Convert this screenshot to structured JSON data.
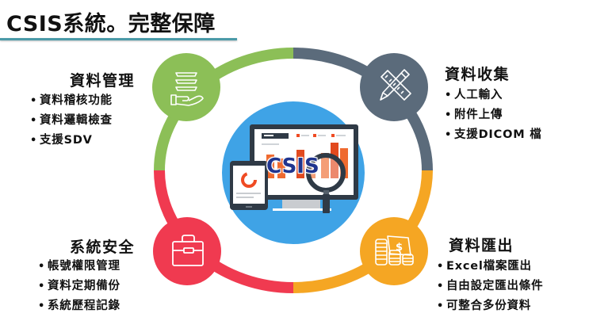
{
  "title": "CSIS系統。完整保障",
  "center": {
    "label": "CSIS",
    "icon": "monitor-tablet-magnifier-icon"
  },
  "colors": {
    "title_rule": "#4a9aa8",
    "green": "#8cbf57",
    "slate": "#5b6b7b",
    "red": "#f03a50",
    "orange": "#f5a623",
    "center_blue": "#3fa3e6",
    "csis_text": "#20358f"
  },
  "sections": [
    {
      "key": "data-management",
      "title": "資料管理",
      "icon": "hand-layers-icon",
      "color": "#8cbf57",
      "items": [
        "資料稽核功能",
        "資料邏輯檢查",
        "支援SDV"
      ]
    },
    {
      "key": "data-collection",
      "title": "資料收集",
      "icon": "ruler-pencil-icon",
      "color": "#5b6b7b",
      "items": [
        "人工輸入",
        "附件上傳",
        "支援DICOM 檔"
      ]
    },
    {
      "key": "system-security",
      "title": "系統安全",
      "icon": "briefcase-icon",
      "color": "#f03a50",
      "items": [
        "帳號權限管理",
        "資料定期備份",
        "系統歷程記錄"
      ]
    },
    {
      "key": "data-export",
      "title": "資料匯出",
      "icon": "coins-money-icon",
      "color": "#f5a623",
      "items": [
        "Excel檔案匯出",
        "自由設定匯出條件",
        "可整合多份資料"
      ]
    }
  ],
  "bullet": "•"
}
